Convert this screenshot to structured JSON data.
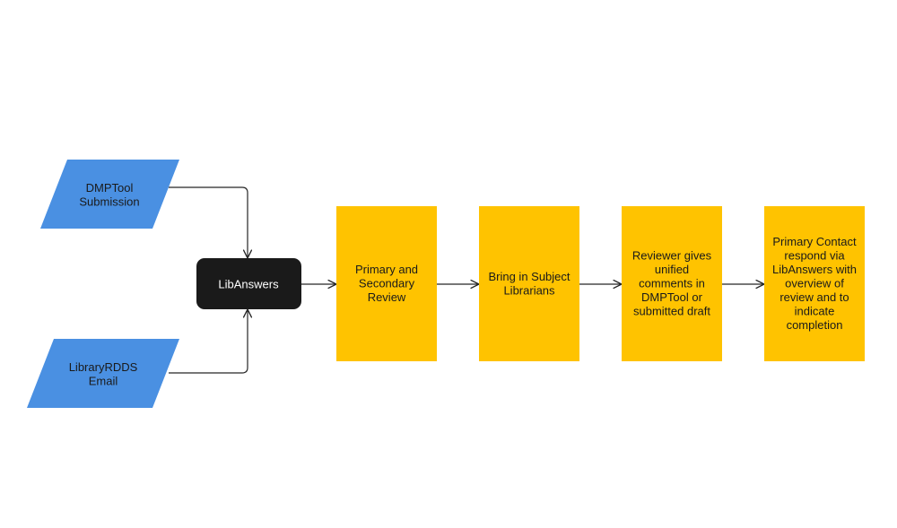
{
  "colors": {
    "input_fill": "#4A90E2",
    "hub_fill": "#1A1A1A",
    "step_fill": "#FFC300",
    "connector": "#262626",
    "text_dark": "#1A1A1A",
    "text_light": "#FFFFFF"
  },
  "nodes": {
    "dmptool_submission": {
      "lines": [
        "DMPTool",
        "Submission"
      ]
    },
    "libraryrdds_email": {
      "lines": [
        "LibraryRDDS",
        "Email"
      ]
    },
    "libanswers": {
      "lines": [
        "LibAnswers"
      ]
    },
    "primary_secondary_review": {
      "lines": [
        "Primary and",
        "Secondary",
        "Review"
      ]
    },
    "subject_librarians": {
      "lines": [
        "Bring in Subject",
        "Librarians"
      ]
    },
    "reviewer_comments": {
      "lines": [
        "Reviewer gives",
        "unified",
        "comments in",
        "DMPTool or",
        "submitted draft"
      ]
    },
    "primary_contact": {
      "lines": [
        "Primary Contact",
        "respond via",
        "LibAnswers with",
        "overview of",
        "review and to",
        "indicate",
        "completion"
      ]
    }
  }
}
